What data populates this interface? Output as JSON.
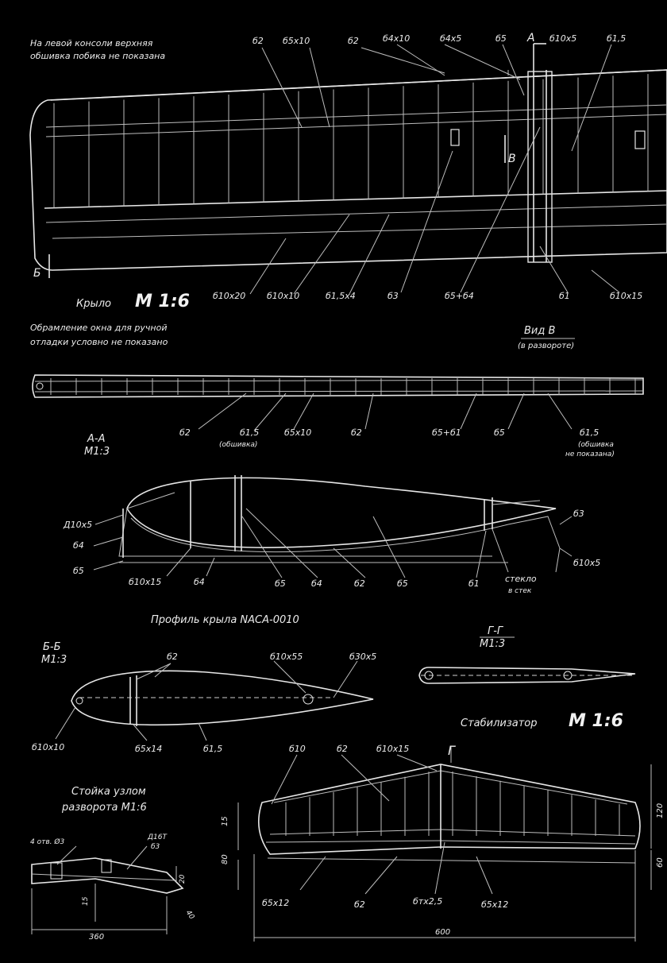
{
  "wing": {
    "note_line1": "На левой консоли верхняя",
    "note_line2": "обшивка побика не показана",
    "caption": "Крыло",
    "scale": "М 1:6",
    "top_labels": [
      "б2",
      "б5х10",
      "б2",
      "б4х10",
      "б4х5",
      "б5",
      "б10х5",
      "б1,5"
    ],
    "bottom_labels": [
      "б10х20",
      "б10х10",
      "б1,5х4",
      "б3",
      "б5+б4",
      "б1",
      "б10х15"
    ],
    "section_marks": {
      "a": "А",
      "b": "Б",
      "v": "В"
    }
  },
  "view_b": {
    "note_line1": "Обрамление окна для ручной",
    "note_line2": "отладки условно не показано",
    "title": "Вид В",
    "subtitle": "(в развороте)",
    "labels": [
      "б2",
      "б1,5",
      "(обшивка)",
      "б5х10",
      "б2",
      "б5+б1",
      "б5",
      "б1,5",
      "(обшивка",
      "не показана)"
    ]
  },
  "section_aa": {
    "title": "А-А",
    "scale": "М1:3",
    "labels": [
      "Д10х5",
      "б4",
      "б5",
      "б10х15",
      "б4",
      "б5",
      "б4",
      "б2",
      "б5",
      "б1",
      "стекло",
      "в стек",
      "б3",
      "б10х5"
    ],
    "profile_caption": "Профиль крыла NACA-0010"
  },
  "section_bb": {
    "title": "Б-Б",
    "scale": "М1:3",
    "labels": [
      "б2",
      "б10х55",
      "б30х5",
      "б10х10",
      "б5х14",
      "б1,5"
    ]
  },
  "section_gg": {
    "title": "Г-Г",
    "scale": "М1:3"
  },
  "stabilizer": {
    "caption": "Стабилизатор",
    "scale": "М 1:6",
    "mark": "Г",
    "labels": [
      "б10",
      "б2",
      "б10х15",
      "б5х12",
      "б2",
      "бтх2,5",
      "б5х12"
    ],
    "dims": [
      "15",
      "80",
      "120",
      "60",
      "600"
    ]
  },
  "strut": {
    "title_line1": "Стойка узлом",
    "title_line2": "разворота М1:6",
    "labels": [
      "4 отв. Ø3",
      "Д16Т",
      "б3",
      "20",
      "40",
      "15",
      "360"
    ]
  }
}
